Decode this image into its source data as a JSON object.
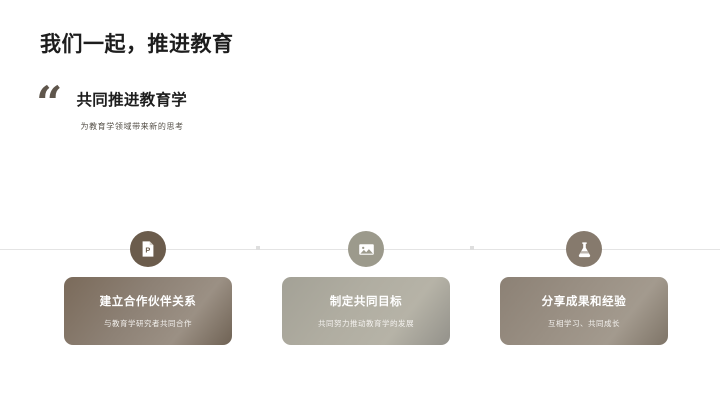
{
  "slide": {
    "title": "我们一起，推进教育",
    "background_color": "#ffffff"
  },
  "quote": {
    "mark": "“",
    "mark_color": "#5f564c",
    "heading": "共同推进教育学",
    "subtitle": "为教育学领域带来新的思考"
  },
  "timeline": {
    "line_color": "#e4e4e4",
    "dot_color": "#dedede"
  },
  "steps": [
    {
      "icon": "presentation-file-icon",
      "icon_letter": "P",
      "badge_color": "#6b5c4c",
      "card_color": "#8d8175",
      "title": "建立合作伙伴关系",
      "desc": "与教育学研究者共同合作"
    },
    {
      "icon": "image-picture-icon",
      "badge_color": "#9c9a8c",
      "card_color": "#b0ada1",
      "title": "制定共同目标",
      "desc": "共同努力推动教育学的发展"
    },
    {
      "icon": "flask-beaker-icon",
      "badge_color": "#867a6d",
      "card_color": "#9a9084",
      "title": "分享成果和经验",
      "desc": "互相学习、共同成长"
    }
  ]
}
